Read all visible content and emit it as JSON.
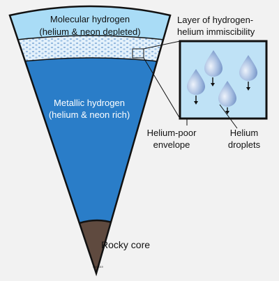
{
  "layers": {
    "molecular": {
      "line1": "Molecular hydrogen",
      "line2": "(helium & neon depleted)"
    },
    "metallic": {
      "line1": "Metallic hydrogen",
      "line2": "(helium & neon rich)"
    },
    "core": {
      "label": "Rocky core"
    }
  },
  "callout": {
    "title_line1": "Layer of hydrogen-",
    "title_line2": "helium immiscibility",
    "envelope_line1": "Helium-poor",
    "envelope_line2": "envelope",
    "droplets_line1": "Helium",
    "droplets_line2": "droplets"
  },
  "credit": "SW-2019",
  "colors": {
    "background": "#f2f2f2",
    "molecular_layer": "#a9dcf6",
    "immiscible_layer": "#e8f3fb",
    "metallic_layer": "#2a7dc8",
    "core": "#5f4a3f",
    "droplet": "#a3bce0",
    "outline": "#111111"
  }
}
